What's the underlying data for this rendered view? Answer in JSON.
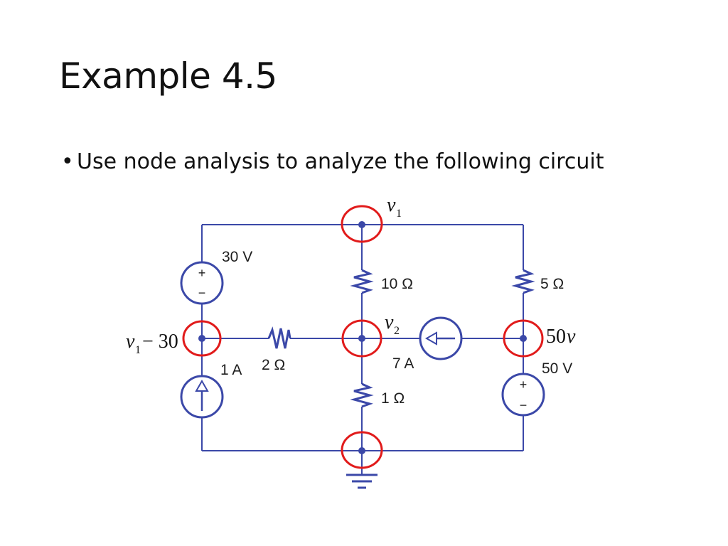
{
  "slide": {
    "title": "Example 4.5",
    "bullet": "Use node analysis to analyze the following circuit"
  },
  "circuit": {
    "sources": {
      "v_left": "30 V",
      "v_right": "50 V",
      "i_left": "1 A",
      "i_mid": "7 A"
    },
    "resistors": {
      "r_top_mid": "10 Ω",
      "r_top_right": "5 Ω",
      "r_left": "2 Ω",
      "r_bottom": "1 Ω"
    },
    "plus_sign": "+",
    "minus_sign": "−",
    "node_labels": {
      "v1_var": "v",
      "v1_sub": "1",
      "v2_var": "v",
      "v2_sub": "2",
      "left_var": "v",
      "left_sub": "1",
      "left_expr": " − 30",
      "right_num": "50",
      "right_var": "v"
    },
    "colors": {
      "wire": "#3b48a8",
      "highlight": "#e11b1b",
      "text": "#111111"
    }
  }
}
